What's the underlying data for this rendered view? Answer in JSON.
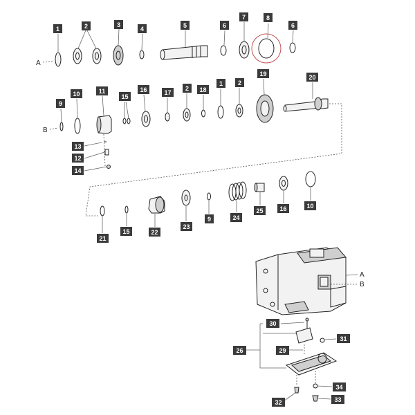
{
  "letters": {
    "a_left": "A",
    "b_left": "B",
    "a_right": "A",
    "b_right": "B"
  },
  "callouts": {
    "c1": "1",
    "c2": "2",
    "c3": "3",
    "c4": "4",
    "c5": "5",
    "c6a": "6",
    "c7": "7",
    "c8": "8",
    "c6b": "6",
    "c9a": "9",
    "c10a": "10",
    "c11": "11",
    "c15a": "15",
    "c16a": "16",
    "c17": "17",
    "c2b": "2",
    "c18": "18",
    "c1b": "1",
    "c2c": "2",
    "c19": "19",
    "c20": "20",
    "c13": "13",
    "c12": "12",
    "c14": "14",
    "c21": "21",
    "c15b": "15",
    "c22": "22",
    "c23": "23",
    "c9b": "9",
    "c24": "24",
    "c25": "25",
    "c16b": "16",
    "c10b": "10",
    "c30": "30",
    "c31": "31",
    "c26": "26",
    "c29": "29",
    "c34": "34",
    "c32": "32",
    "c33": "33"
  },
  "colors": {
    "callout_bg": "#3b3b3b",
    "callout_text": "#ffffff",
    "highlight": "#c0504d"
  }
}
